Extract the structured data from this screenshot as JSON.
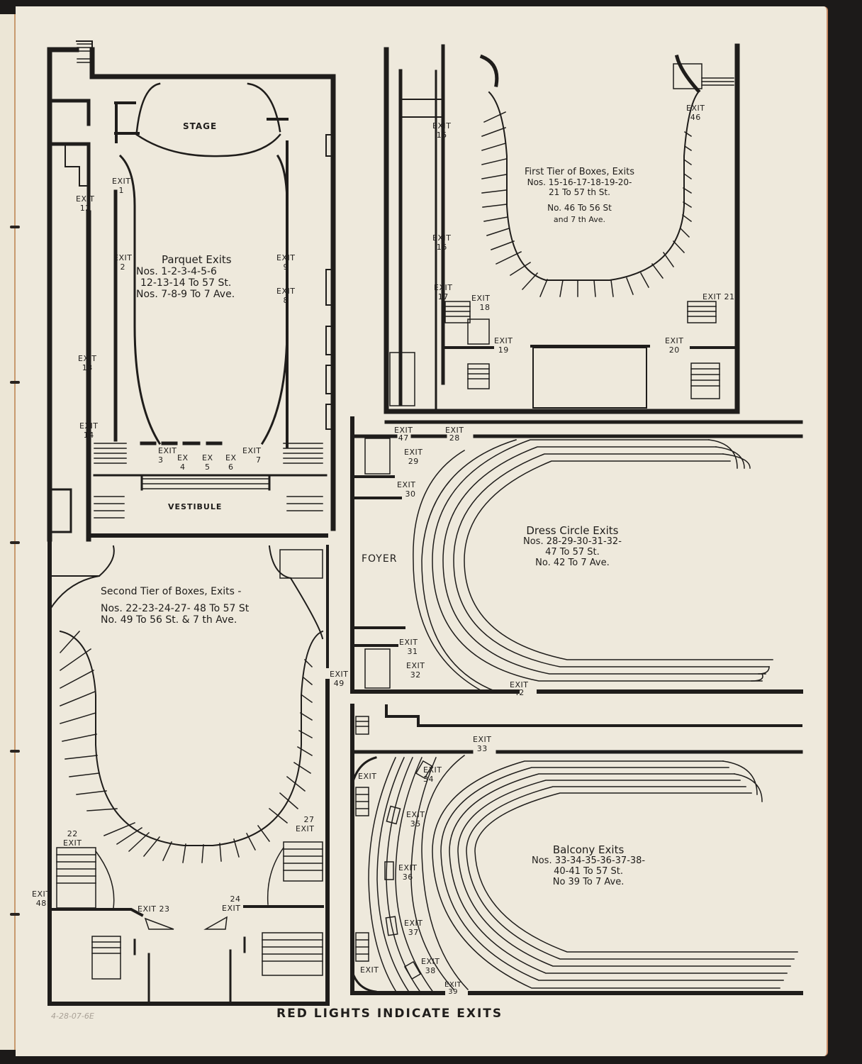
{
  "document": {
    "type": "theatre-floor-plan",
    "footer": "RED LIGHTS INDICATE EXITS",
    "pencil_note": "4-28-07-6E",
    "colors": {
      "paper": "#eee9dc",
      "ink": "#1f1d1b",
      "background": "#1c1a19",
      "edge": "#c98b66"
    }
  },
  "parquet": {
    "rooms": {
      "stage": "STAGE",
      "vestibule": "VESTIBULE"
    },
    "note": {
      "title": "Parquet Exits",
      "lines": [
        "Nos. 1-2-3-4-5-6",
        "12-13-14 To 57 St.",
        "Nos. 7-8-9 To 7 Ave."
      ]
    },
    "exits": {
      "e1": [
        "EXIT",
        "1"
      ],
      "e2": [
        "EXIT",
        "2"
      ],
      "e3": [
        "EXIT",
        "3"
      ],
      "e4": [
        "EX",
        "4"
      ],
      "e5": [
        "EX",
        "5"
      ],
      "e6": [
        "EX",
        "6"
      ],
      "e7": [
        "EXIT",
        "7"
      ],
      "e8": [
        "EXIT",
        "8"
      ],
      "e9": [
        "EXIT",
        "9"
      ],
      "e12": [
        "EXIT",
        "12"
      ],
      "e13": [
        "EXIT",
        "13"
      ],
      "e14": [
        "EXIT",
        "14"
      ]
    }
  },
  "first_tier": {
    "note": {
      "title": "First Tier of Boxes, Exits",
      "lines": [
        "Nos. 15-16-17-18-19-20-",
        "21 To 57 th St.",
        "No. 46 To 56 St",
        "and 7 th Ave."
      ]
    },
    "exits": {
      "e15": [
        "EXIT",
        "15"
      ],
      "e16": [
        "EXIT",
        "16"
      ],
      "e17": [
        "EXIT",
        "17"
      ],
      "e18": [
        "EXIT",
        "18"
      ],
      "e19": [
        "EXIT",
        "19"
      ],
      "e20": [
        "EXIT",
        "20"
      ],
      "e21": [
        "EXIT 21"
      ],
      "e46": [
        "EXIT",
        "46"
      ]
    }
  },
  "dress_circle": {
    "rooms": {
      "foyer": "FOYER"
    },
    "note": {
      "title": "Dress Circle Exits",
      "lines": [
        "Nos. 28-29-30-31-32-",
        "47 To 57 St.",
        "No. 42 To 7 Ave."
      ]
    },
    "exits": {
      "e28": [
        "EXIT",
        "28"
      ],
      "e29": [
        "EXIT",
        "29"
      ],
      "e30": [
        "EXIT",
        "30"
      ],
      "e31": [
        "EXIT",
        "31"
      ],
      "e32": [
        "EXIT",
        "32"
      ],
      "e42": [
        "EXIT",
        "42"
      ],
      "e47": [
        "EXIT",
        "47"
      ]
    }
  },
  "second_tier": {
    "note": {
      "title": "Second Tier of Boxes, Exits -",
      "lines": [
        "Nos. 22-23-24-27- 48 To 57 St",
        "No. 49 To 56 St. & 7 th Ave."
      ]
    },
    "exits": {
      "e22": [
        "22",
        "EXIT"
      ],
      "e23": [
        "EXIT 23"
      ],
      "e24": [
        "24",
        "EXIT"
      ],
      "e27": [
        "27",
        "EXIT"
      ],
      "e48": [
        "EXIT",
        "48"
      ],
      "e49": [
        "EXIT",
        "49"
      ]
    }
  },
  "balcony": {
    "note": {
      "title": "Balcony Exits",
      "lines": [
        "Nos. 33-34-35-36-37-38-",
        "40-41 To 57 St.",
        "No 39 To 7 Ave."
      ]
    },
    "exits": {
      "e33": [
        "EXIT",
        "33"
      ],
      "e34": [
        "EXIT",
        "34"
      ],
      "e35": [
        "EXIT",
        "35"
      ],
      "e36": [
        "EXIT",
        "36"
      ],
      "e37": [
        "EXIT",
        "37"
      ],
      "e38": [
        "EXIT",
        "38"
      ],
      "e39": [
        "EXIT",
        "39"
      ],
      "e40": [
        "EXIT"
      ],
      "e41": [
        "EXIT"
      ]
    }
  }
}
